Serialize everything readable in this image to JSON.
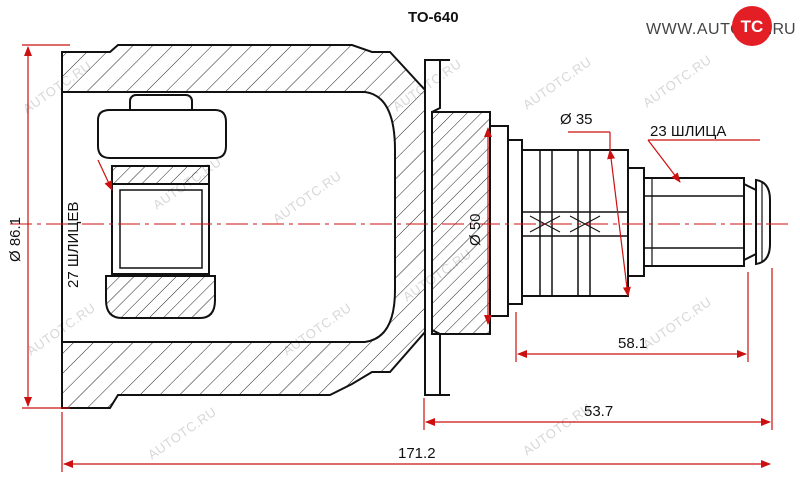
{
  "header": {
    "part_number": "TO-640"
  },
  "logo": {
    "text": "WWW.AUTO",
    "badge": "TC",
    "suffix": ".RU",
    "badge_color": "#e31e24"
  },
  "dimensions": {
    "outer_diameter": "Ø 86.1",
    "flange_diameter": "Ø 50",
    "shaft_diameter": "Ø 35",
    "inner_splines": "27 ШЛИЦЕВ",
    "shaft_splines": "23 ШЛИЦА",
    "shaft_length": "58.1",
    "stub_length": "53.7",
    "total_length": "171.2"
  },
  "watermark": {
    "text": "AUTOTC.RU"
  },
  "colors": {
    "line": "#111111",
    "dimension": "#cc1010",
    "centerline": "#cc1010",
    "hatch": "#222222"
  }
}
